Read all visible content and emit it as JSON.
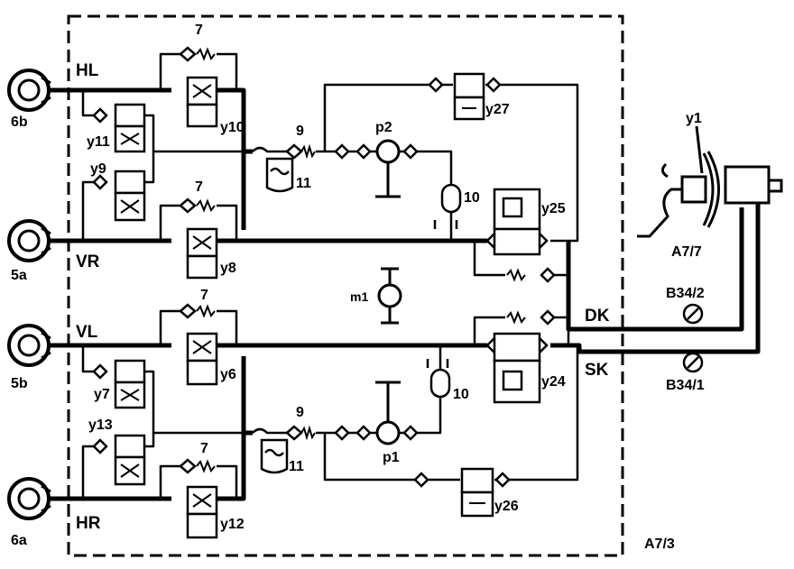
{
  "labels": {
    "wheel_hl": "6b",
    "wheel_vr": "5a",
    "wheel_vl": "5b",
    "wheel_hr": "6a",
    "circuit_hl": "HL",
    "circuit_vr": "VR",
    "circuit_vl": "VL",
    "circuit_hr": "HR",
    "y1": "y1",
    "y6": "y6",
    "y7": "y7",
    "y8": "y8",
    "y9": "y9",
    "y10": "y10",
    "y11": "y11",
    "y12": "y12",
    "y13": "y13",
    "y24": "y24",
    "y25": "y25",
    "y26": "y26",
    "y27": "y27",
    "p1": "p1",
    "p2": "p2",
    "m1": "m1",
    "n7a": "7",
    "n7b": "7",
    "n7c": "7",
    "n7d": "7",
    "n9a": "9",
    "n9b": "9",
    "n10a": "10",
    "n10b": "10",
    "n11a": "11",
    "n11b": "11",
    "dk": "DK",
    "sk": "SK",
    "a77": "A7/7",
    "a73": "A7/3",
    "b342": "B34/2",
    "b341": "B34/1"
  }
}
